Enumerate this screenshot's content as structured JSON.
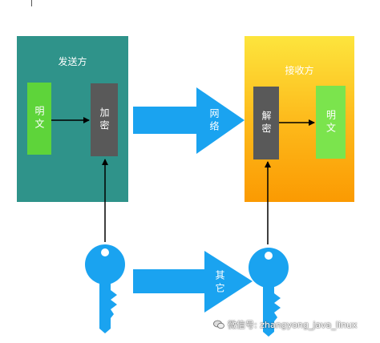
{
  "sender": {
    "title": "发送方",
    "plaintext_label": "明文",
    "encrypt_label": "加密"
  },
  "receiver": {
    "title": "接收方",
    "decrypt_label": "解密",
    "plaintext_label": "明文"
  },
  "channels": {
    "network_label": "网络",
    "other_label": "其它"
  },
  "watermark": "微信号: zhangyong_java_linux",
  "colors": {
    "sender_panel": "#2f938a",
    "receiver_panel_top": "#fde53d",
    "receiver_panel_bottom": "#fb9a02",
    "plaintext_box": "#5ed43a",
    "cipher_box": "#595959",
    "big_arrow": "#1aa3f0",
    "key": "#1aa3f0"
  },
  "icons": [
    "key-icon",
    "key-icon",
    "wechat-icon"
  ]
}
